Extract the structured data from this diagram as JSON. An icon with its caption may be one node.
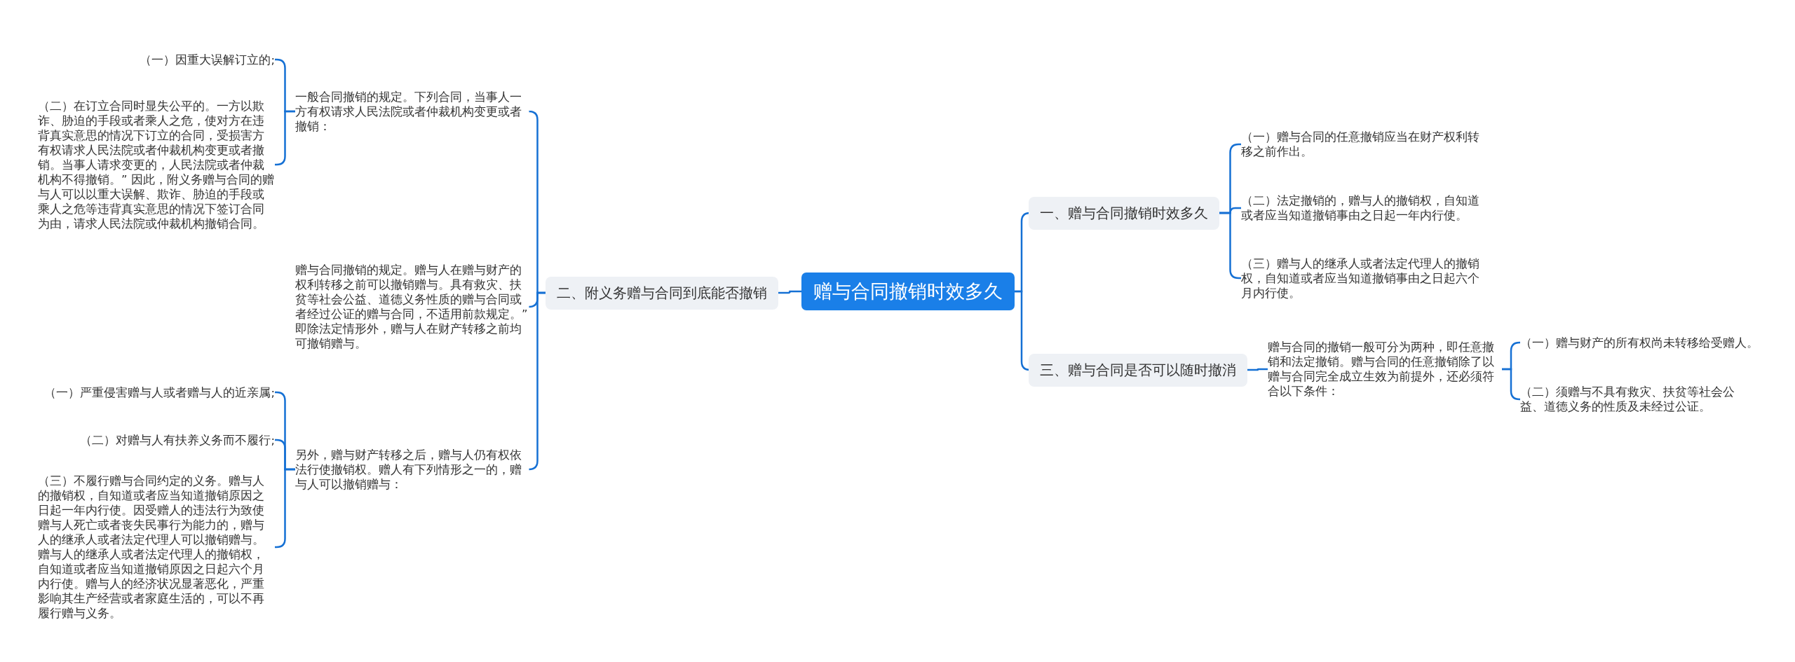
{
  "diagram": {
    "nodes": [
      {
        "text": [
          "赠与合同撤销时效多久"
        ]
      },
      {
        "text": [
          "一、赠与合同撤销时效多久"
        ]
      },
      {
        "text": [
          "（一）赠与合同的任意撤销应当在财产权利转移之前作出。"
        ]
      },
      {
        "text": [
          "（二）法定撤销的，赠与人的撤销权，自知道或者应当知道撤销事由之日起一年内行使。"
        ]
      },
      {
        "text": [
          "（三）赠与人的继承人或者法定代理人的撤销权，自知道或者应当知道撤销事由之日起六个月内行使。"
        ]
      },
      {
        "text": [
          "三、赠与合同是否可以随时撤消"
        ]
      },
      {
        "text": [
          "赠与合同的撤销一般可分为两种，即任意撤销和法定撤销。赠与合同的任意撤销除了以赠与合同完全成立生效为前提外，还必须符合以下条件："
        ]
      },
      {
        "text": [
          "（一）赠与财产的所有权尚未转移给受赠人。"
        ]
      },
      {
        "text": [
          "（二）须赠与不具有救灾、扶贫等社会公益、道德义务的性质及未经过公证。"
        ]
      },
      {
        "text": [
          "二、附义务赠与合同到底能否撤销"
        ]
      },
      {
        "text": [
          "一般合同撤销的规定。下列合同，当事人一方有权请求人民法院或者仲裁机构变更或者撤销："
        ]
      },
      {
        "text": [
          "（一）因重大误解订立的;"
        ]
      },
      {
        "text": [
          "（二）在订立合同时显失公平的。一方以欺诈、胁迫的手段或者乘人之危，使对方在违背真实意思的情况下订立的合同，受损害方有权请求人民法院或者仲裁机构变更或者撤销。当事人请求变更的，人民法院或者仲裁机构不得撤销。” 因此，附义务赠与合同的赠与人可以以重大误解、欺诈、胁迫的手段或乘人之危等违背真实意思的情况下签订合同为由，请求人民法院或仲裁机构撤销合同。"
        ]
      },
      {
        "text": [
          "赠与合同撤销的规定。赠与人在赠与财产的权利转移之前可以撤销赠与。具有救灾、扶贫等社会公益、道德义务性质的赠与合同或者经过公证的赠与合同，不适用前款规定。” 即除法定情形外，赠与人在财产转移之前均可撤销赠与。"
        ]
      },
      {
        "text": [
          "另外，赠与财产转移之后，赠与人仍有权依法行使撤销权。赠人有下列情形之一的，赠与人可以撤销赠与："
        ]
      },
      {
        "text": [
          "（一）严重侵害赠与人或者赠与人的近亲属;"
        ]
      },
      {
        "text": [
          "（二）对赠与人有扶养义务而不履行;"
        ]
      },
      {
        "text": [
          "（三）不履行赠与合同约定的义务。赠与人的撤销权，自知道或者应当知道撤销原因之日起一年内行使。因受赠人的违法行为致使赠与人死亡或者丧失民事行为能力的，赠与人的继承人或者法定代理人可以撤销赠与。赠与人的继承人或者法定代理人的撤销权，自知道或者应当知道撤销原因之日起六个月内行使。赠与人的经济状况显著恶化，严重影响其生产经营或者家庭生活的，可以不再履行赠与义务。"
        ]
      }
    ],
    "edges": [
      {
        "from": 0,
        "to": 1,
        "arrow": "none"
      },
      {
        "from": 1,
        "to": 2,
        "arrow": "none"
      },
      {
        "from": 1,
        "to": 3,
        "arrow": "none"
      },
      {
        "from": 1,
        "to": 4,
        "arrow": "none"
      },
      {
        "from": 0,
        "to": 5,
        "arrow": "none"
      },
      {
        "from": 5,
        "to": 6,
        "arrow": "none"
      },
      {
        "from": 6,
        "to": 7,
        "arrow": "none"
      },
      {
        "from": 6,
        "to": 8,
        "arrow": "none"
      },
      {
        "from": 0,
        "to": 9,
        "arrow": "none"
      },
      {
        "from": 9,
        "to": 10,
        "arrow": "none"
      },
      {
        "from": 10,
        "to": 11,
        "arrow": "none"
      },
      {
        "from": 10,
        "to": 12,
        "arrow": "none"
      },
      {
        "from": 9,
        "to": 13,
        "arrow": "none"
      },
      {
        "from": 9,
        "to": 14,
        "arrow": "none"
      },
      {
        "from": 14,
        "to": 15,
        "arrow": "none"
      },
      {
        "from": 14,
        "to": 16,
        "arrow": "none"
      },
      {
        "from": 14,
        "to": 17,
        "arrow": "none"
      }
    ]
  }
}
